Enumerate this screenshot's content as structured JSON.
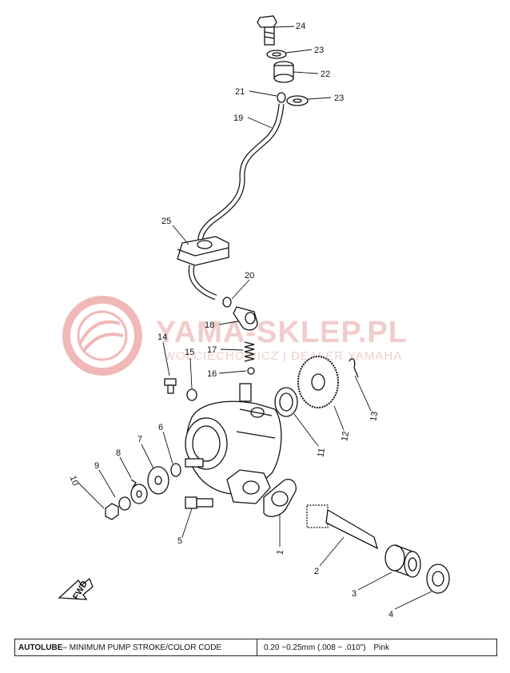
{
  "watermark": {
    "title": "YAMA-SKLEP.PL",
    "subtitle": "WOLCIECHOWICZ | DEALER YAMAHA"
  },
  "parts": [
    {
      "number": "24"
    },
    {
      "number": "23"
    },
    {
      "number": "22"
    },
    {
      "number": "23"
    },
    {
      "number": "21"
    },
    {
      "number": "19"
    },
    {
      "number": "25"
    },
    {
      "number": "20"
    },
    {
      "number": "18"
    },
    {
      "number": "14"
    },
    {
      "number": "15"
    },
    {
      "number": "17"
    },
    {
      "number": "16"
    },
    {
      "number": "13"
    },
    {
      "number": "12"
    },
    {
      "number": "11"
    },
    {
      "number": "6"
    },
    {
      "number": "7"
    },
    {
      "number": "8"
    },
    {
      "number": "9"
    },
    {
      "number": "10"
    },
    {
      "number": "5"
    },
    {
      "number": "1"
    },
    {
      "number": "2"
    },
    {
      "number": "3"
    },
    {
      "number": "4"
    }
  ],
  "direction_marker": "FWD",
  "spec_table": {
    "label": "AUTOLUBE",
    "description": " – MINIMUM PUMP STROKE/COLOR CODE",
    "value": "0.20 ~0.25mm (.008 ~ .010\")",
    "color_code": "Pink"
  }
}
